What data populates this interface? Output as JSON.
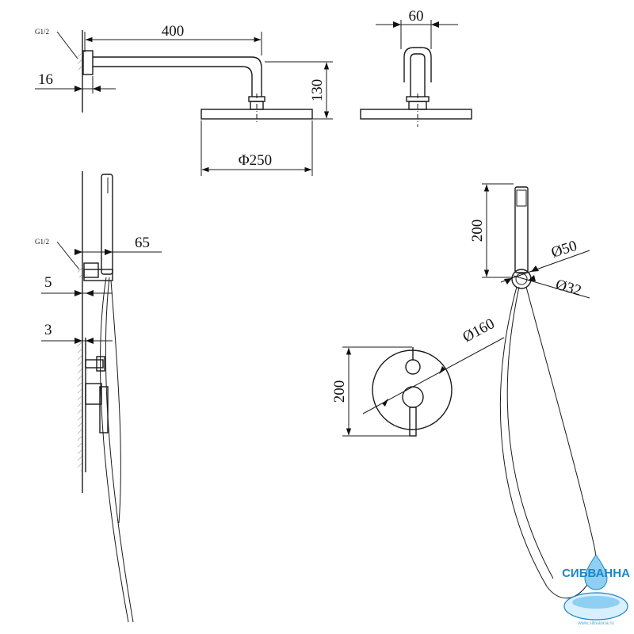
{
  "labels": {
    "thread_top": "G1/2",
    "thread_side": "G1/2",
    "dim_arm_length": "400",
    "dim_flange_depth": "16",
    "dim_arm_drop": "130",
    "dim_head_diameter": "Φ250",
    "dim_side_width": "60",
    "dim_handheld_offset": "65",
    "dim_outlet_depth": "5",
    "dim_plate_depth": "3",
    "dim_handheld_length": "200",
    "dim_holder_outer": "Ø50",
    "dim_holder_inner": "Ø32",
    "dim_plate_diameter": "Ø160",
    "dim_plate_height": "200"
  },
  "logo": {
    "name": "СИБВАННА",
    "url": "www.sibvanna.ru",
    "colors": {
      "primary": "#1a86c8",
      "light": "#8fd0f2"
    }
  }
}
